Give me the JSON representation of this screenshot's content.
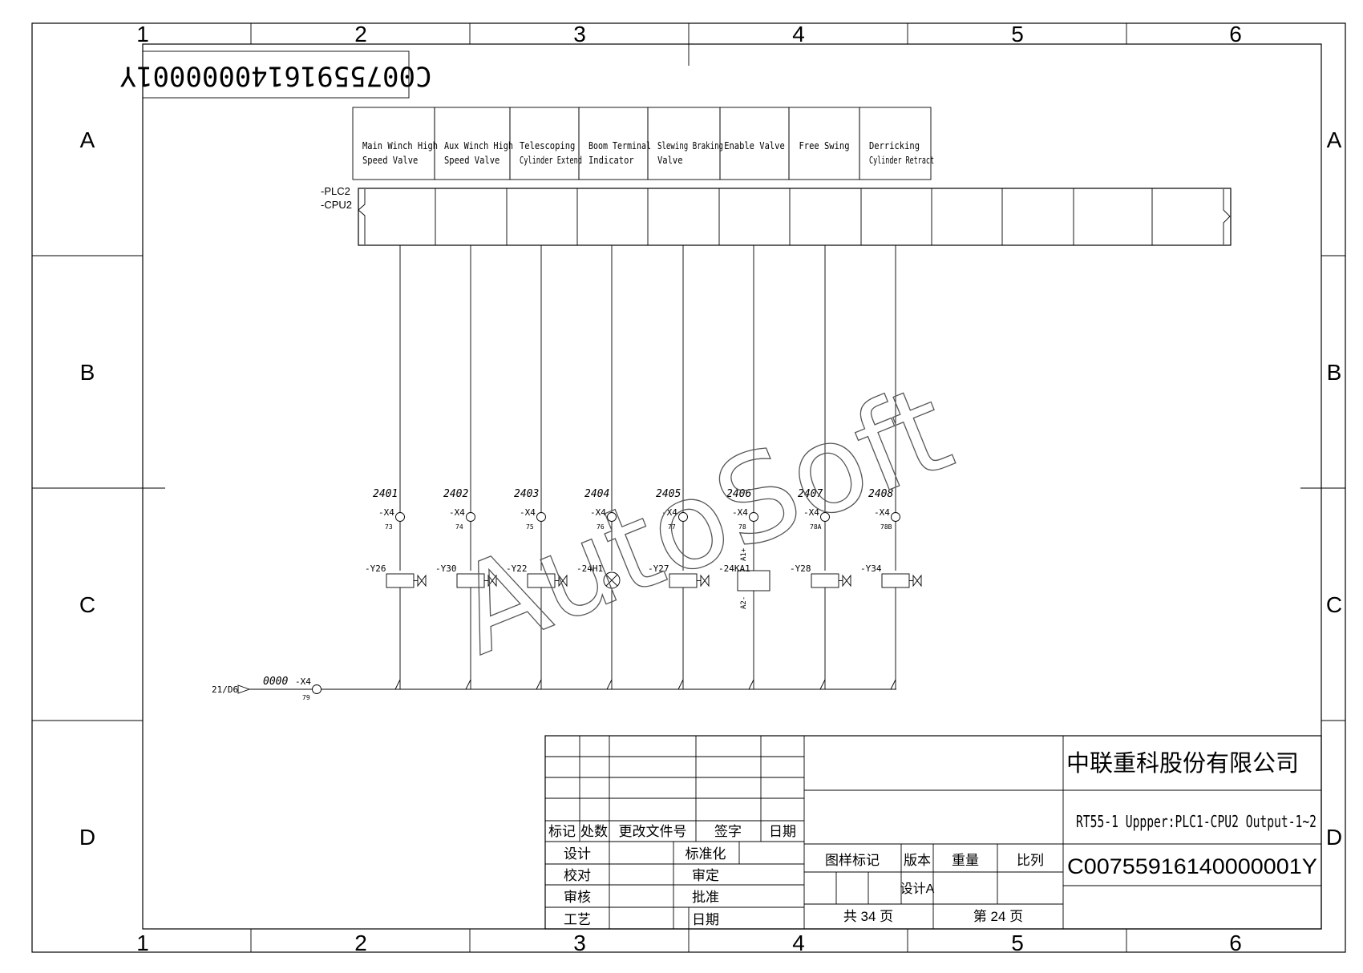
{
  "frame": {
    "columns": [
      "1",
      "2",
      "3",
      "4",
      "5",
      "6"
    ],
    "rows": [
      "A",
      "B",
      "C",
      "D"
    ]
  },
  "drawing_number_mirrored": "C00755916140000001Y",
  "plc": {
    "tag_plc": "-PLC2",
    "tag_cpu": "-CPU2"
  },
  "function_labels": [
    [
      "Main Winch High",
      "Speed Valve"
    ],
    [
      "Aux Winch High",
      "Speed Valve"
    ],
    [
      "Telescoping",
      "Cylinder Extend"
    ],
    [
      "Boom Terminal",
      "Indicator"
    ],
    [
      "Slewing Braking",
      "Valve"
    ],
    [
      "Enable Valve"
    ],
    [
      "Free Swing"
    ],
    [
      "Derricking",
      "Cylinder Retract"
    ]
  ],
  "circuits": [
    {
      "wire": "2401",
      "terminal": "-X4",
      "pin": "73",
      "device": "-Y26",
      "kind": "valve"
    },
    {
      "wire": "2402",
      "terminal": "-X4",
      "pin": "74",
      "device": "-Y30",
      "kind": "valve"
    },
    {
      "wire": "2403",
      "terminal": "-X4",
      "pin": "75",
      "device": "-Y22",
      "kind": "valve"
    },
    {
      "wire": "2404",
      "terminal": "-X4",
      "pin": "76",
      "device": "-24H1",
      "kind": "lamp"
    },
    {
      "wire": "2405",
      "terminal": "-X4",
      "pin": "77",
      "device": "-Y27",
      "kind": "valve"
    },
    {
      "wire": "2406",
      "terminal": "-X4",
      "pin": "78",
      "device": "-24KA1",
      "kind": "relay"
    },
    {
      "wire": "2407",
      "terminal": "-X4",
      "pin": "78A",
      "device": "-Y28",
      "kind": "valve"
    },
    {
      "wire": "2408",
      "terminal": "-X4",
      "pin": "78B",
      "device": "-Y34",
      "kind": "valve"
    }
  ],
  "relay_pins": {
    "a1": "A1+",
    "a2": "A2-"
  },
  "common": {
    "ref": "21/D6",
    "wire": "0000",
    "terminal": "-X4",
    "pin": "79"
  },
  "watermark": "AutoSoft",
  "title_block": {
    "rev_headers": [
      "标记",
      "处数",
      "更改文件号",
      "签字",
      "日期"
    ],
    "roles_left": [
      "设计",
      "校对",
      "审核",
      "工艺"
    ],
    "roles_right": [
      "标准化",
      "审定",
      "批准",
      "日期"
    ],
    "company": "中联重科股份有限公司",
    "title": "RT55-1 Uppper:PLC1-CPU2 Output-1~2",
    "drawing_no": "C00755916140000001Y",
    "col_headers": [
      "图样标记",
      "版本",
      "重量",
      "比列"
    ],
    "version": "设计A",
    "total_pages": "共 34 页",
    "page": "第 24 页"
  }
}
